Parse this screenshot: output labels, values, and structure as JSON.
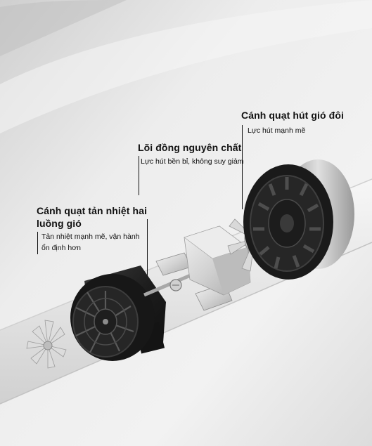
{
  "callouts": [
    {
      "title": "Cánh quạt hút gió đôi",
      "desc": "Lực hút mạnh mẽ"
    },
    {
      "title": "Lõi đồng nguyên chất",
      "desc": "Lực hút bền bỉ, không suy giảm"
    },
    {
      "title": "Cánh quạt tản nhiệt hai luồng gió",
      "desc": "Tản nhiệt mạnh mẽ, vận hành ổn định hơn"
    }
  ],
  "colors": {
    "background": "#e9e9e9",
    "motor_housing": "#1b1b1b",
    "metal_parts": "#d8d8d8",
    "text": "#111111"
  },
  "icons": [
    "impeller-fan-icon",
    "copper-core-motor-icon",
    "cooling-fan-icon"
  ]
}
